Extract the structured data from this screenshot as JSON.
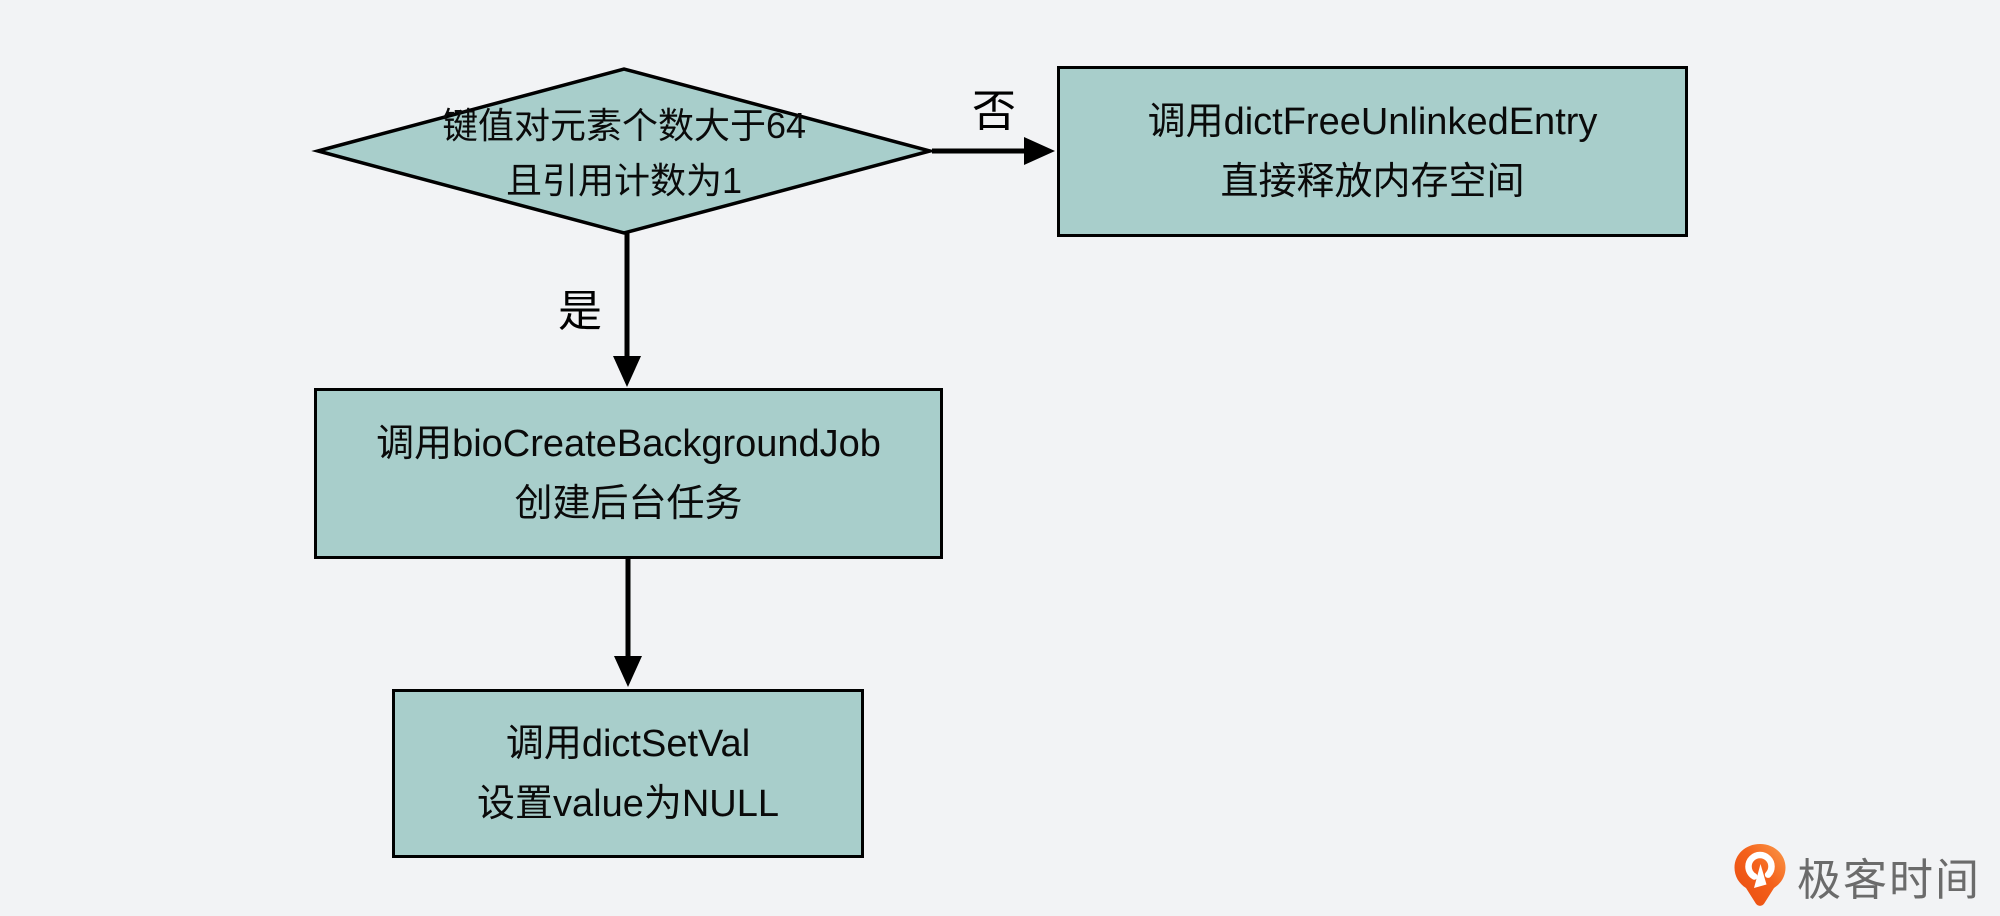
{
  "page": {
    "background_color": "#f2f3f5"
  },
  "flowchart": {
    "node_fill_color": "#a8cecb",
    "node_border_color": "#000000",
    "decision": {
      "line1": "键值对元素个数大于64",
      "line2": "且引用计数为1"
    },
    "no_branch_box": {
      "line1": "调用dictFreeUnlinkedEntry",
      "line2": "直接释放内存空间"
    },
    "yes_branch_box": {
      "line1": "调用bioCreateBackgroundJob",
      "line2": "创建后台任务"
    },
    "final_box": {
      "line1": "调用dictSetVal",
      "line2": "设置value为NULL"
    },
    "labels": {
      "yes": "是",
      "no": "否"
    }
  },
  "branding": {
    "logo_text": "极客时间",
    "logo_orange": "#f4611b",
    "logo_text_color": "#6b6b6b"
  }
}
